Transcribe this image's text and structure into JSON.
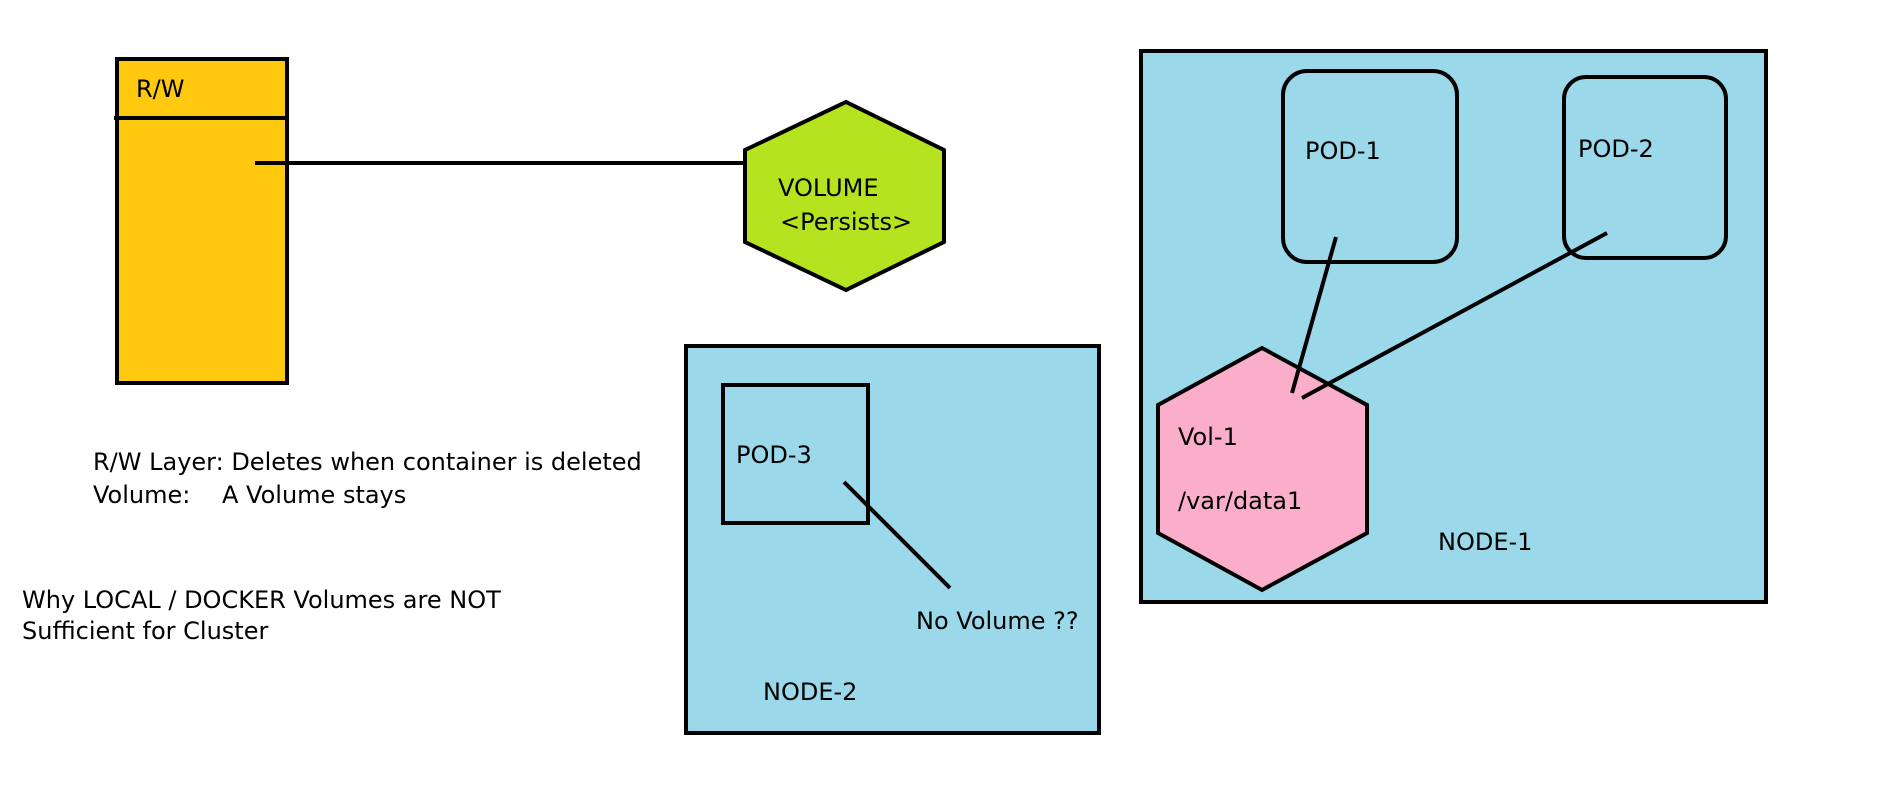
{
  "container": {
    "layer_label": "R/W",
    "fill": "#fec90f"
  },
  "volume": {
    "title": "VOLUME",
    "subtitle": "<Persists>",
    "fill": "#b6e31f"
  },
  "legend": {
    "line1": "R/W Layer: Deletes when container is deleted",
    "line2_key": "Volume:",
    "line2_value": "A Volume stays"
  },
  "question": {
    "line1": "Why LOCAL / DOCKER Volumes are NOT",
    "line2": "Sufficient for Cluster"
  },
  "node2": {
    "label": "NODE-2",
    "pod_label": "POD-3",
    "note": "No Volume ??",
    "fill": "#9ad8ea"
  },
  "node1": {
    "label": "NODE-1",
    "pod1_label": "POD-1",
    "pod2_label": "POD-2",
    "volume_name": "Vol-1",
    "volume_path": "/var/data1",
    "fill": "#9ad8ea",
    "volume_fill": "#fbaec9"
  }
}
